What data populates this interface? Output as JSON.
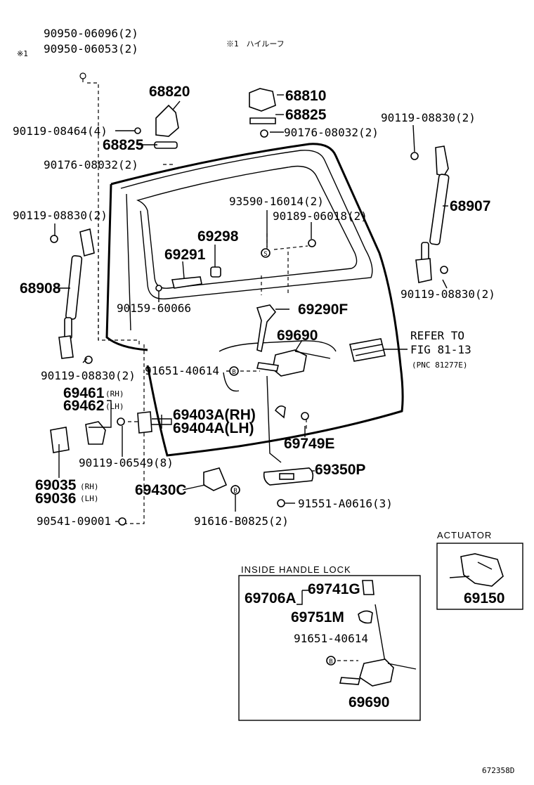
{
  "labels": {
    "bolt_90950_a": "90950-06096(2)",
    "bolt_90950_b": "90950-06053(2)",
    "note_star1": "※1",
    "note_star1_text": "※1　ハイルーフ",
    "p68820": "68820",
    "p68810": "68810",
    "p68825_top": "68825",
    "p90176_top": "90176-08032(2)",
    "p90119_08464": "90119-08464(4)",
    "p68825_left": "68825",
    "p90176_left": "90176-08032(2)",
    "p90119_08830_tr": "90119-08830(2)",
    "p68907": "68907",
    "p90119_08830_r2": "90119-08830(2)",
    "p93590": "93590-16014(2)",
    "p90189": "90189-06018(2)",
    "p90119_08830_l": "90119-08830(2)",
    "p69298": "69298",
    "p69291": "69291",
    "p68908": "68908",
    "p90159": "90159-60066",
    "p69290F": "69290F",
    "p69690_main": "69690",
    "refer1": "REFER TO",
    "refer2": "FIG 81-13",
    "refer3": "(PNC 81277E)",
    "p90119_08830_l2": "90119-08830(2)",
    "p91651_main": "91651-40614",
    "p69461": "69461",
    "p69461_side": "(RH)",
    "p69462": "69462",
    "p69462_side": "(LH)",
    "p69403A": "69403A(RH)",
    "p69404A": "69404A(LH)",
    "p90119_06549": "90119-06549(8)",
    "p69749E": "69749E",
    "p69350P": "69350P",
    "p69035": "69035",
    "p69035_side": "(RH)",
    "p69036": "69036",
    "p69036_side": "(LH)",
    "p69430C": "69430C",
    "p91551": "91551-A0616(3)",
    "p90541": "90541-09001",
    "p91616": "91616-B0825(2)",
    "actuator_title": "ACTUATOR",
    "p69150": "69150",
    "inside_title": "INSIDE HANDLE LOCK",
    "p69706A": "69706A",
    "p69741G": "69741G",
    "p69751M": "69751M",
    "p91651_inset": "91651-40614",
    "p69690_inset": "69690",
    "figure_no": "672358D",
    "marker_s": "S",
    "marker_b": "B"
  },
  "colors": {
    "ink": "#000000",
    "paper": "#ffffff"
  }
}
